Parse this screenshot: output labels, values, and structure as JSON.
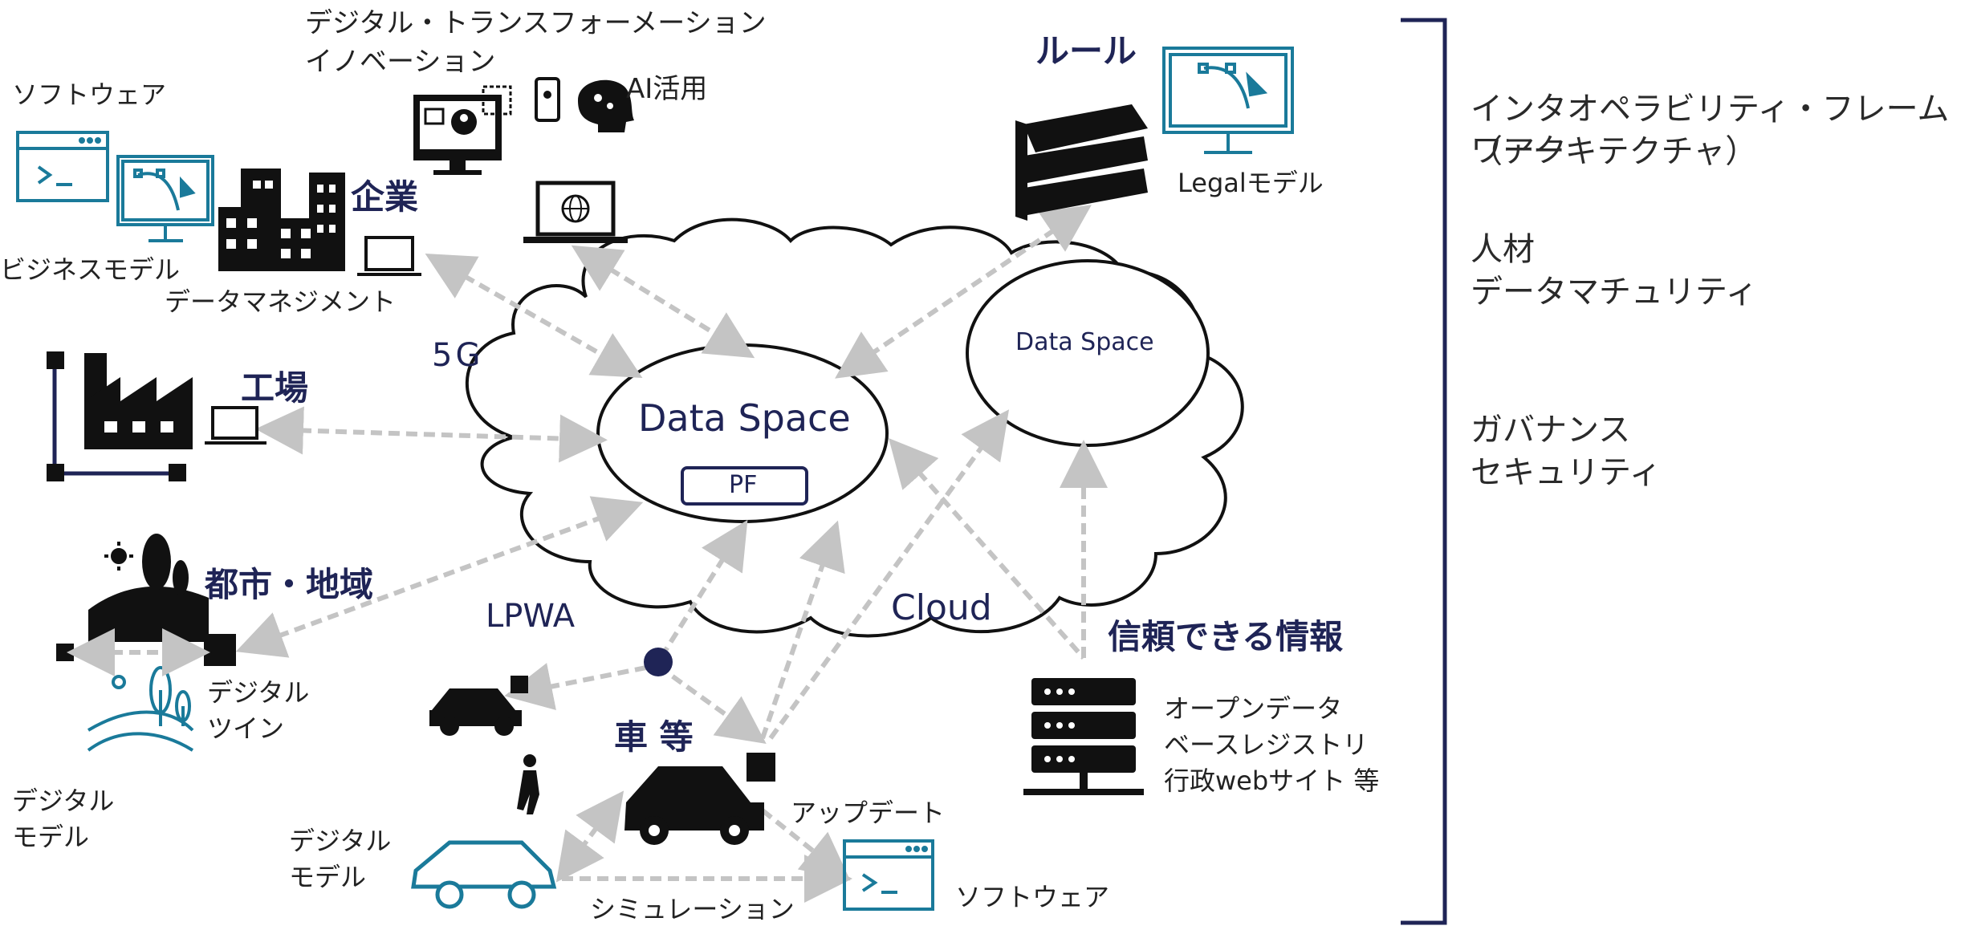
{
  "top_texts": {
    "dx_title_line1": "デジタル・トランスフォーメーション",
    "dx_title_line2": "イノベーション",
    "ai": "AI活用"
  },
  "left_texts": {
    "software_top": "ソフトウェア",
    "business_model": "ビジネスモデル",
    "data_management": "データマネジメント",
    "enterprise": "企業",
    "factory": "工場",
    "city_region": "都市・地域",
    "digital_twin_1": "デジタル",
    "digital_twin_2": "ツイン",
    "digital_model_left_1": "デジタル",
    "digital_model_left_2": "モデル"
  },
  "network_texts": {
    "five_g": "5G",
    "lpwa": "LPWA",
    "cloud": "Cloud",
    "data_space_main": "Data Space",
    "pf": "PF",
    "data_space_secondary": "Data Space"
  },
  "bottom_texts": {
    "vehicle": "車 等",
    "update": "アップデート",
    "digital_model_bottom_1": "デジタル",
    "digital_model_bottom_2": "モデル",
    "simulation": "シミュレーション",
    "software_bottom": "ソフトウェア"
  },
  "right_center_texts": {
    "rules": "ルール",
    "legal_model": "Legalモデル",
    "trusted_info": "信頼できる情報",
    "open_data": "オープンデータ",
    "base_registry": "ベースレジストリ",
    "gov_web": "行政webサイト 等"
  },
  "right_panel": {
    "framework_1": "インタオペラビリティ・フレームワーク",
    "framework_2": "（アーキテクチャ）",
    "hr_1": "人材",
    "hr_2": "データマチュリティ",
    "gov_1": "ガバナンス",
    "gov_2": "セキュリティ"
  },
  "colors": {
    "navy": "#1f2456",
    "teal": "#1a7a9a",
    "arrow": "#c4c4c4",
    "black": "#111111"
  }
}
